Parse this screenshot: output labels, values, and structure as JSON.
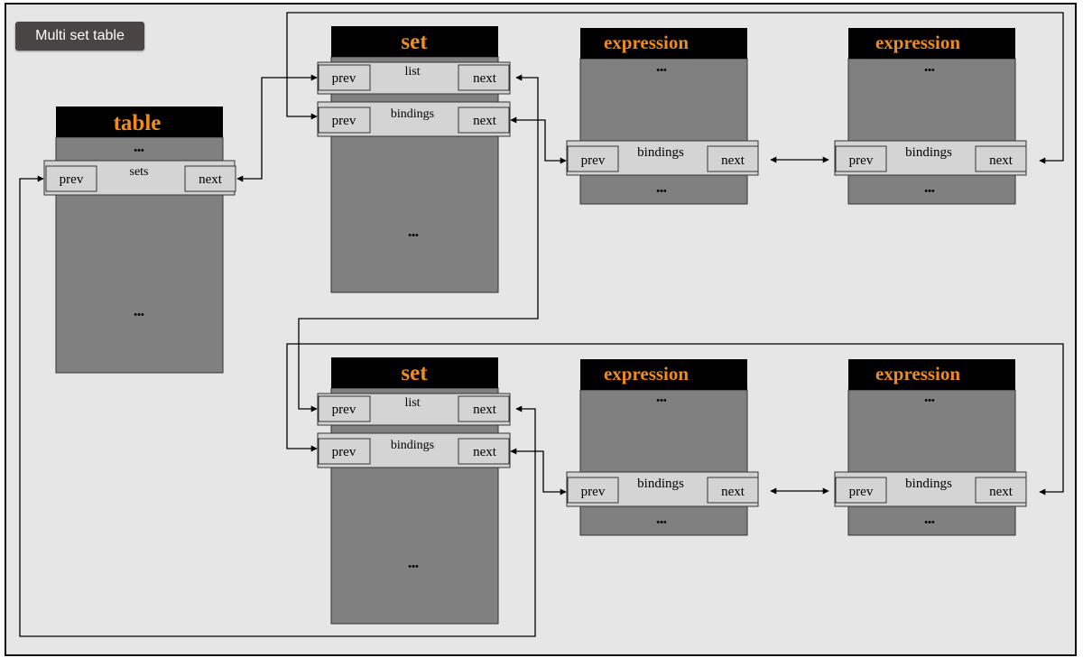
{
  "caption": "Multi set table",
  "table": {
    "title": "table",
    "ellipsis_top": "•••",
    "row_label": "sets",
    "prev": "prev",
    "next": "next",
    "ellipsis_bottom": "•••"
  },
  "sets": [
    {
      "title": "set",
      "list_label": "list",
      "bindings_label": "bindings",
      "prev": "prev",
      "next": "next",
      "ellipsis": "•••"
    },
    {
      "title": "set",
      "list_label": "list",
      "bindings_label": "bindings",
      "prev": "prev",
      "next": "next",
      "ellipsis": "•••"
    }
  ],
  "expressions": [
    {
      "title": "expression",
      "ellipsis_top": "•••",
      "bindings_label": "bindings",
      "prev": "prev",
      "next": "next",
      "ellipsis_bottom": "•••"
    },
    {
      "title": "expression",
      "ellipsis_top": "•••",
      "bindings_label": "bindings",
      "prev": "prev",
      "next": "next",
      "ellipsis_bottom": "•••"
    },
    {
      "title": "expression",
      "ellipsis_top": "•••",
      "bindings_label": "bindings",
      "prev": "prev",
      "next": "next",
      "ellipsis_bottom": "•••"
    },
    {
      "title": "expression",
      "ellipsis_top": "•••",
      "bindings_label": "bindings",
      "prev": "prev",
      "next": "next",
      "ellipsis_bottom": "•••"
    }
  ],
  "colors": {
    "title_text": "#f08c1a",
    "header_bg": "#000000",
    "body_bg": "#808080",
    "band_bg": "#d4d4d4",
    "canvas_bg": "#e6e6e6"
  }
}
